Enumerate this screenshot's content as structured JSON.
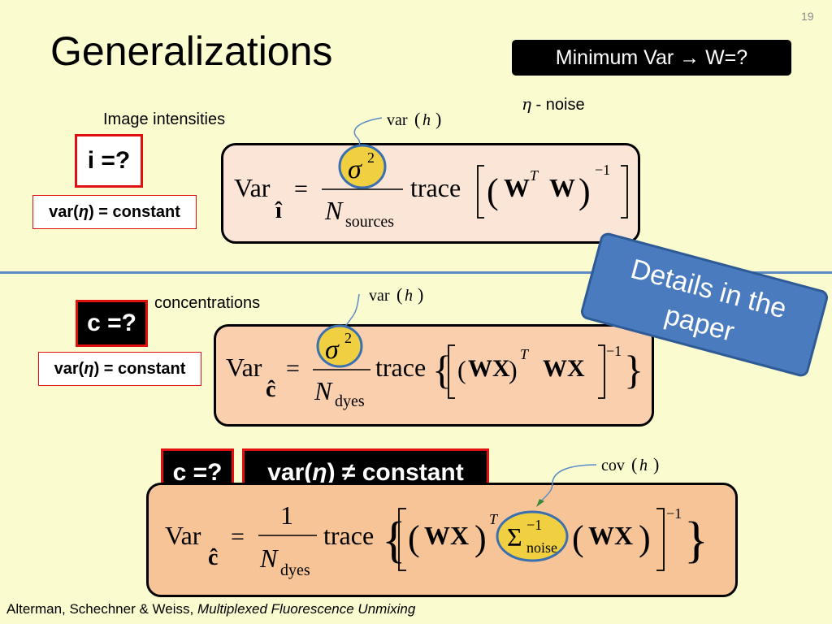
{
  "page_number": "19",
  "title": "Generalizations",
  "header_box": "Minimum Var → W=?",
  "eta_label": {
    "symbol": "η",
    "text": " - noise"
  },
  "section1": {
    "label": "Image intensities",
    "question": "i =?",
    "var_condition": {
      "pre": "var(",
      "symbol": "η",
      "post": ") = constant"
    },
    "annotation": "var(h)",
    "equation": {
      "lhs": "Var",
      "subscript": "î",
      "numerator": "σ²",
      "denominator": "N",
      "denominator_sub": "sources",
      "op": "trace",
      "body": "Wᵀ W",
      "exponent": "−1"
    }
  },
  "section2": {
    "label": "concentrations",
    "question": "c =?",
    "var_condition": {
      "pre": "var(",
      "symbol": "η",
      "post": ") = constant"
    },
    "annotation": "var(h)",
    "equation": {
      "lhs": "Var",
      "subscript": "ĉ",
      "numerator": "σ²",
      "denominator": "N",
      "denominator_sub": "dyes",
      "op": "trace",
      "body": "(WX)ᵀ WX",
      "exponent": "−1"
    }
  },
  "section3": {
    "question": "c =?",
    "var_condition": {
      "pre": "var(",
      "symbol": "η",
      "post": ") ≠ constant"
    },
    "annotation": "cov(h)",
    "equation": {
      "lhs": "Var",
      "subscript": "ĉ",
      "numerator": "1",
      "denominator": "N",
      "denominator_sub": "dyes",
      "op": "trace",
      "body": "(WX)ᵀ Σ⁻¹noise (WX)",
      "exponent": "−1"
    }
  },
  "callout": "Details in the paper",
  "citation": {
    "authors": "Alterman, Schechner & Weiss, ",
    "title": "Multiplexed Fluorescence Unmixing"
  },
  "colors": {
    "background": "#fbfbd0",
    "divider": "#5b8cc8",
    "callout": "#4a7bbf",
    "box_border": "#e01010",
    "highlight": "#f0d040"
  }
}
